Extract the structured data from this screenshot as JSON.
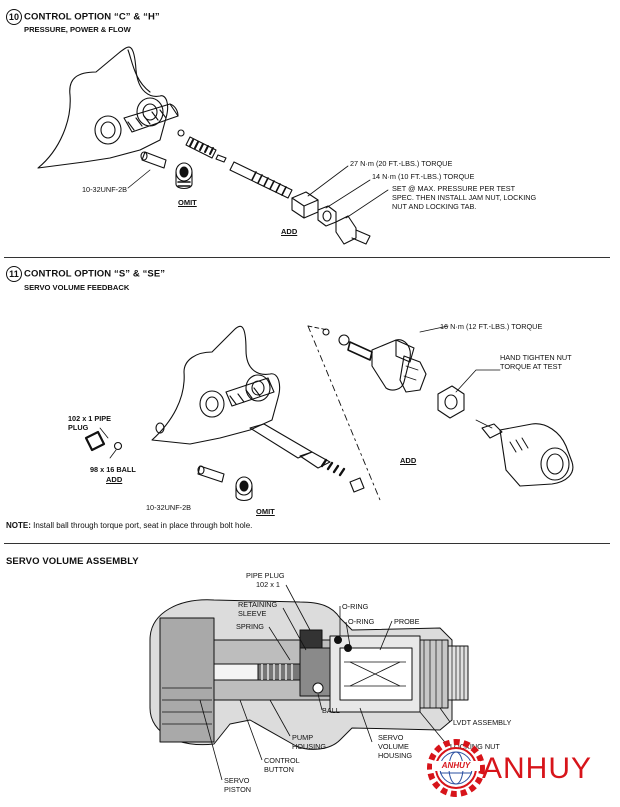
{
  "section10": {
    "number": "10",
    "title": "CONTROL OPTION “C” & “H”",
    "subtitle": "PRESSURE, POWER & FLOW",
    "callouts": {
      "torque1": "27 N·m (20 FT.-LBS.) TORQUE",
      "torque2": "14 N·m (10 FT.-LBS.) TORQUE",
      "set_line1": "SET @ MAX. PRESSURE PER TEST",
      "set_line2": "SPEC. THEN INSTALL JAM NUT, LOCKING",
      "set_line3": "NUT AND LOCKING TAB.",
      "thread": "10-32UNF-2B",
      "omit": "OMIT",
      "add": "ADD"
    }
  },
  "section11": {
    "number": "11",
    "title": "CONTROL OPTION “S” & “SE”",
    "subtitle": "SERVO VOLUME FEEDBACK",
    "callouts": {
      "torque": "16 N·m (12 FT.-LBS.) TORQUE",
      "hand_line1": "HAND TIGHTEN NUT",
      "hand_line2": "TORQUE AT TEST",
      "pipe_line1": "102 x 1 PIPE",
      "pipe_line2": "PLUG",
      "ball": "98 x 16 BALL",
      "add_left": "ADD",
      "add_right": "ADD",
      "thread": "10-32UNF-2B",
      "omit": "OMIT"
    },
    "note_label": "NOTE:",
    "note_text": " Install ball through torque port, seat in place through bolt hole."
  },
  "assembly": {
    "title": "SERVO VOLUME ASSEMBLY",
    "labels": {
      "pipe_plug_1": "PIPE PLUG",
      "pipe_plug_2": "102 x 1",
      "retaining_1": "RETAINING",
      "retaining_2": "SLEEVE",
      "spring": "SPRING",
      "oring_1": "O-RING",
      "oring_2": "O-RING",
      "probe": "PROBE",
      "ball": "BALL",
      "lvdt": "LVDT ASSEMBLY",
      "pump_1": "PUMP",
      "pump_2": "HOUSING",
      "servo_vol_1": "SERVO",
      "servo_vol_2": "VOLUME",
      "servo_vol_3": "HOUSING",
      "locking_nut": "LOCKING NUT",
      "control_1": "CONTROL",
      "control_2": "BUTTON",
      "servo_piston_1": "SERVO",
      "servo_piston_2": "PISTON"
    }
  },
  "logo": {
    "brand": "ANHUY",
    "badge": "ANHUY",
    "color": "#d7141a"
  }
}
